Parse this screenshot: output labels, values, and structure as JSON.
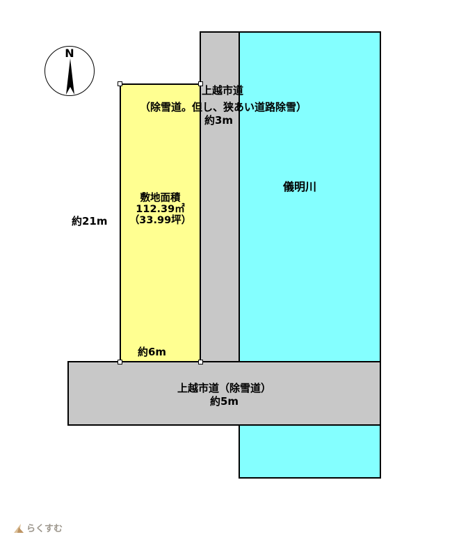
{
  "colors": {
    "plot_fill": "#FFFF91",
    "road_fill": "#C8C8C8",
    "river_fill": "#84FFFF",
    "outline": "#000000"
  },
  "compass": {
    "label": "N"
  },
  "top_road": {
    "name": "上越市道",
    "note": "（除雪道。但し、狭あい道路除雪）",
    "width_label": "約3m"
  },
  "river": {
    "name": "儀明川"
  },
  "plot": {
    "title": "敷地面積",
    "area_sqm": "112.39㎡",
    "area_tsubo": "（33.99坪）",
    "side_dim": "約21m",
    "frontage_dim": "約6m"
  },
  "bottom_road": {
    "name": "上越市道（除雪道）",
    "width_label": "約5m"
  },
  "logo": {
    "text": "らくすむ"
  }
}
